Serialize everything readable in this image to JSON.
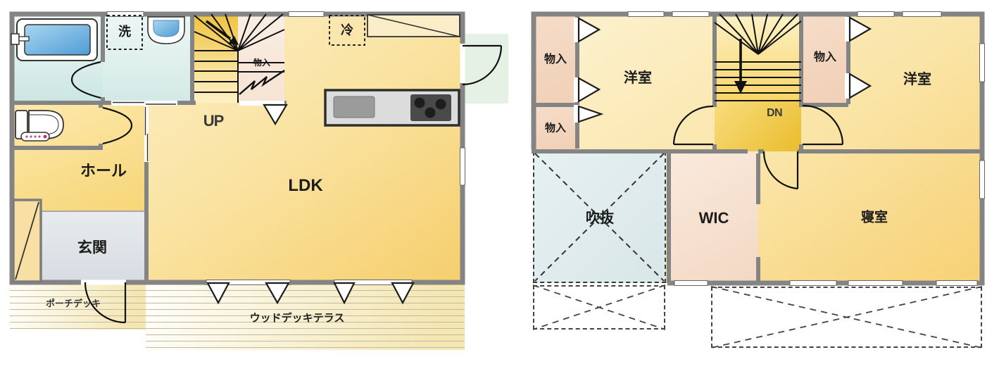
{
  "colors": {
    "wall_gray": "#848484",
    "room_cream": "#f9e3a0",
    "hall_gold": "#f7d267",
    "water_cyan": "#d6eae7",
    "closet_pink": "#f4d8c2",
    "wic_pink": "#f8e6d6",
    "void_blue": "#dfeaec",
    "landing_gold": "#efc545",
    "genkan_gray": "#dfe3e7",
    "bathtub_blue": "#5d9fd4",
    "deck_cream": "#f6e9bd",
    "door_shade_green": "#dfeede"
  },
  "floor1": {
    "labels": {
      "washer": "洗",
      "refrigerator": "冷",
      "stair_storage": "物入",
      "up": "UP",
      "hall": "ホール",
      "entrance": "玄関",
      "ldk": "LDK",
      "porch_deck": "ポーチデッキ",
      "wood_deck_terrace": "ウッドデッキテラス"
    }
  },
  "floor2": {
    "labels": {
      "storage_upper_left": "物入",
      "storage_lower_left": "物入",
      "storage_right": "物入",
      "western_room_left": "洋室",
      "western_room_right": "洋室",
      "down": "DN",
      "void_atrium": "吹抜",
      "walk_in_closet": "WIC",
      "bedroom": "寝室"
    }
  },
  "icons": {
    "bathtub-icon": "bathtub with faucet",
    "washbasin-icon": "rounded wash basin",
    "toilet-icon": "toilet with tank and control stick",
    "kitchen-counter-icon": "counter with sink and 3-burner stove",
    "refrigerator-space-icon": "dashed refrigerator space",
    "washer-space-icon": "dashed washing machine space",
    "stairs-up-icon": "winder staircase with up arrow",
    "stairs-down-icon": "staircase with down arrow",
    "door-arc-icon": "hinged door swing arc",
    "folding-door-icon": "white triangle folding door",
    "void-x-icon": "dashed X open to below",
    "roof-x-icon": "dashed X roof outline"
  }
}
